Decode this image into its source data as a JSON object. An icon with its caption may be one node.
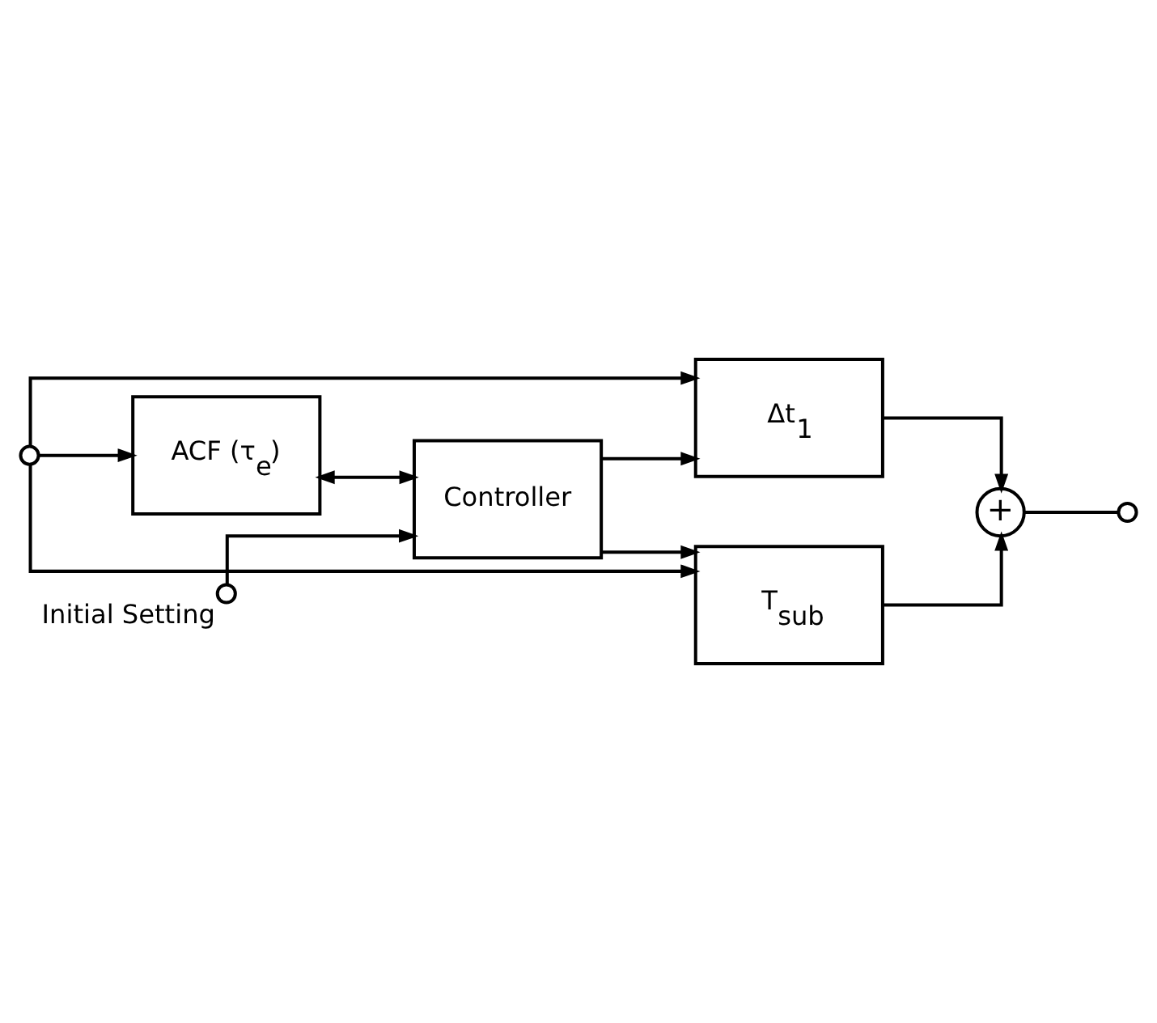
{
  "diagram": {
    "nodes": [
      {
        "text": [],
        "shape": "circle"
      },
      {
        "text": [
          "Δt$_{1}$"
        ]
      },
      {
        "text": [
          "+"
        ]
      },
      {
        "text": [],
        "shape": "circle"
      },
      {
        "text": [
          "T$_{sub}$"
        ]
      },
      {
        "text": [
          "ACF (τ$_{e}$)"
        ]
      },
      {
        "text": [
          "Controller"
        ]
      },
      {
        "text": [],
        "shape": "circle",
        "beside": [
          "Initial Setting"
        ]
      }
    ],
    "edges": [
      {
        "from": 0,
        "to": 1,
        "arrow": "to"
      },
      {
        "from": 0,
        "to": 4,
        "arrow": "to"
      },
      {
        "from": 0,
        "to": 5,
        "arrow": "to"
      },
      {
        "from": 1,
        "to": 2,
        "arrow": "to"
      },
      {
        "from": 4,
        "to": 2,
        "arrow": "to"
      },
      {
        "from": 2,
        "to": 3,
        "arrow": "none"
      },
      {
        "from": 6,
        "to": 1,
        "arrow": "to"
      },
      {
        "from": 6,
        "to": 4,
        "arrow": "to"
      },
      {
        "from": 5,
        "to": 6,
        "arrow": "both"
      },
      {
        "from": 7,
        "to": 6,
        "arrow": "to"
      }
    ]
  }
}
